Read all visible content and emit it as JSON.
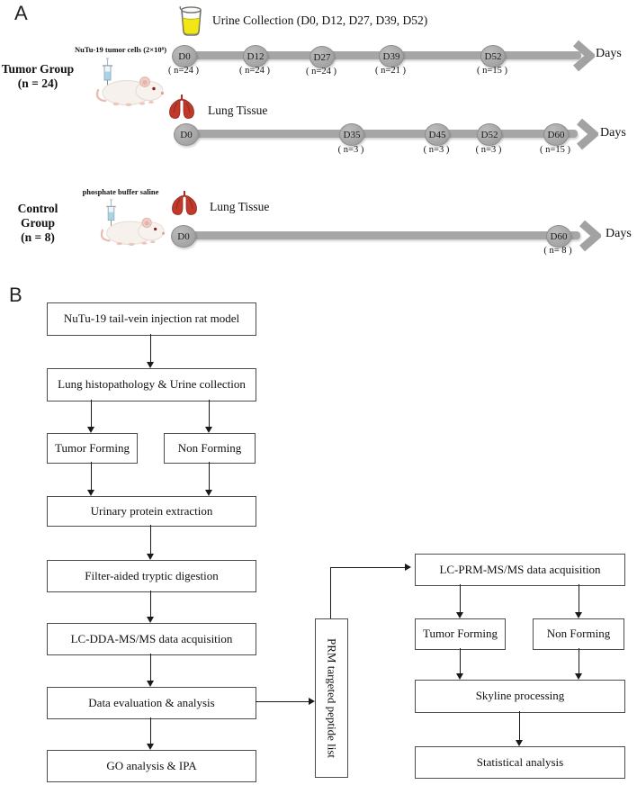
{
  "panelA": {
    "label": "A",
    "urine_collection_title": "Urine Collection (D0, D12, D27, D39, D52)",
    "lung_tissue_label_tumor": "Lung Tissue",
    "lung_tissue_label_control": "Lung Tissue",
    "days_label_urine": "Days",
    "days_label_tumor_lung": "Days",
    "days_label_control": "Days",
    "tumor_group": {
      "name": "Tumor Group",
      "n": "(n = 24)",
      "injection_label": "NuTu-19 tumor cells (2×10⁶)"
    },
    "control_group": {
      "name": "Control Group",
      "n": "(n = 8)",
      "injection_label": "phosphate buffer saline"
    },
    "urine_timeline": {
      "points": [
        {
          "day": "D0",
          "n": "( n=24 )"
        },
        {
          "day": "D12",
          "n": "( n=24 )"
        },
        {
          "day": "D27",
          "n": "( n=24 )"
        },
        {
          "day": "D39",
          "n": "( n=21 )"
        },
        {
          "day": "D52",
          "n": "( n=15 )"
        }
      ]
    },
    "tumor_lung_timeline": {
      "points": [
        {
          "day": "D0",
          "n": ""
        },
        {
          "day": "D35",
          "n": "( n=3 )"
        },
        {
          "day": "D45",
          "n": "( n=3 )"
        },
        {
          "day": "D52",
          "n": "( n=3 )"
        },
        {
          "day": "D60",
          "n": "( n=15 )"
        }
      ]
    },
    "control_timeline": {
      "points": [
        {
          "day": "D0",
          "n": ""
        },
        {
          "day": "D60",
          "n": "( n= 8 )"
        }
      ]
    },
    "icons": {
      "beaker": "urine-beaker-icon",
      "lungs": "lungs-icon",
      "syringe": "syringe-icon",
      "rat": "rat-icon"
    },
    "colors": {
      "timeline_gray": "#a6a6a6",
      "urine_yellow": "#f2e716",
      "lung_red": "#c0392b"
    }
  },
  "panelB": {
    "label": "B",
    "boxes": {
      "rat_model": "NuTu-19 tail-vein injection rat model",
      "lung_histopathology": "Lung histopathology & Urine collection",
      "tumor_forming_left": "Tumor Forming",
      "non_forming_left": "Non Forming",
      "urinary_extraction": "Urinary protein extraction",
      "tryptic_digestion": "Filter-aided tryptic digestion",
      "lc_dda": "LC-DDA-MS/MS data acquisition",
      "data_evaluation": "Data evaluation & analysis",
      "go_ipa": "GO analysis & IPA",
      "prm_list": "PRM targeted peptide list",
      "lc_prm": "LC-PRM-MS/MS data acquisition",
      "tumor_forming_right": "Tumor Forming",
      "non_forming_right": "Non Forming",
      "skyline": "Skyline processing",
      "statistical": "Statistical analysis"
    }
  }
}
